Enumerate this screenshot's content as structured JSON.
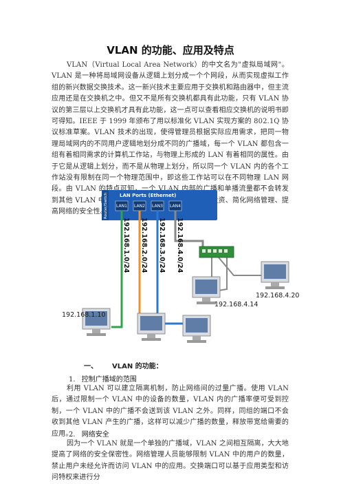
{
  "title": "VLAN 的功能、应用及特点",
  "intro": "VLAN（Virtual Local Area Network）的中文名为\"虚拟局域网\"。VLAN 是一种将局域网设备从逻辑上划分成一个个网段，从而实现虚拟工作组的新兴数据交换技术。这一新兴技术主要应用于交换机和路由器中，但主流应用还是在交换机之中。但又不是所有交换机都具有此功能，只有 VLAN 协议的第三层以上交换机才具有此功能，这一点可以查看相应交换机的说明书即可得知。IEEE 于 1999 年颁布了用以标准化 VLAN 实现方案的 802.1Q 协议标准草案。VLAN 技术的出现，使得管理员根据实际应用需求，把同一物理局域网内的不同用户逻辑地划分成不同的广播域，每一个 VLAN 都包含一组有着相同需求的计算机工作站，与物理上形成的 LAN 有着相同的属性。由于它是从逻辑上划分，而不是从物理上划分，所以同一个 VLAN 内的各个工作站没有限制在同一个物理范围中，即这些工作站可以在不同物理 LAN 网段。由 VLAN 的特点可知，一个 VLAN 内部的广播和单播流量都不会转发到其他 VLAN 中，从而有助于控制流量、减少设备投资、简化网络管理、提高网络的安全性。",
  "diagram": {
    "panel_title": "LAN Ports (Ethernet)",
    "side_label": "Router/Switch",
    "ports": [
      "LAN1",
      "LAN2",
      "LAN3",
      "LAN4"
    ],
    "subnets": [
      "192.168.1.0/24",
      "192.168.2.0/24",
      "192.168.3.0/24",
      "192.168.4.0/24"
    ],
    "hosts": [
      "192.168.1.10",
      "192.168.4.14",
      "192.168.4.20"
    ],
    "colors": {
      "panel": "#1f5fb8",
      "green": "#2ea44a",
      "orange": "#f0912a",
      "blue": "#2b78d0",
      "gray": "#888888"
    }
  },
  "section1": {
    "num": "一、",
    "title": "VLAN 的功能："
  },
  "sub1": {
    "num": "1.",
    "title": "控制广播域的范围"
  },
  "sub1_text": "利用 VLAN 可以建立隔离机制，防止网络间的过量广播。使用 VLAN 后，通过限制一个 VLAN 中的设备的数量，VLAN 内的广播率便可受到控制，一个 VLAN 中的广播不会送到该 VLAN 之外。同样，同组的端口不会收到其他 VLAN 产生的广播，这样可以减少广播的数量，释放带宽给需要的应用。",
  "sub2": {
    "num": "2.",
    "title": "网络安全"
  },
  "sub2_text": "因为一个 VLAN 就是一个单独的广播域，VLAN 之间相互隔离，大大地提高了网络的安全保密性。网络管理人员能够限制 VLAN 中的用户的数量，禁止用户未经允许而访问 VLAN 中的应用。交换端口可以基于应用类型和访问特权来进行分"
}
